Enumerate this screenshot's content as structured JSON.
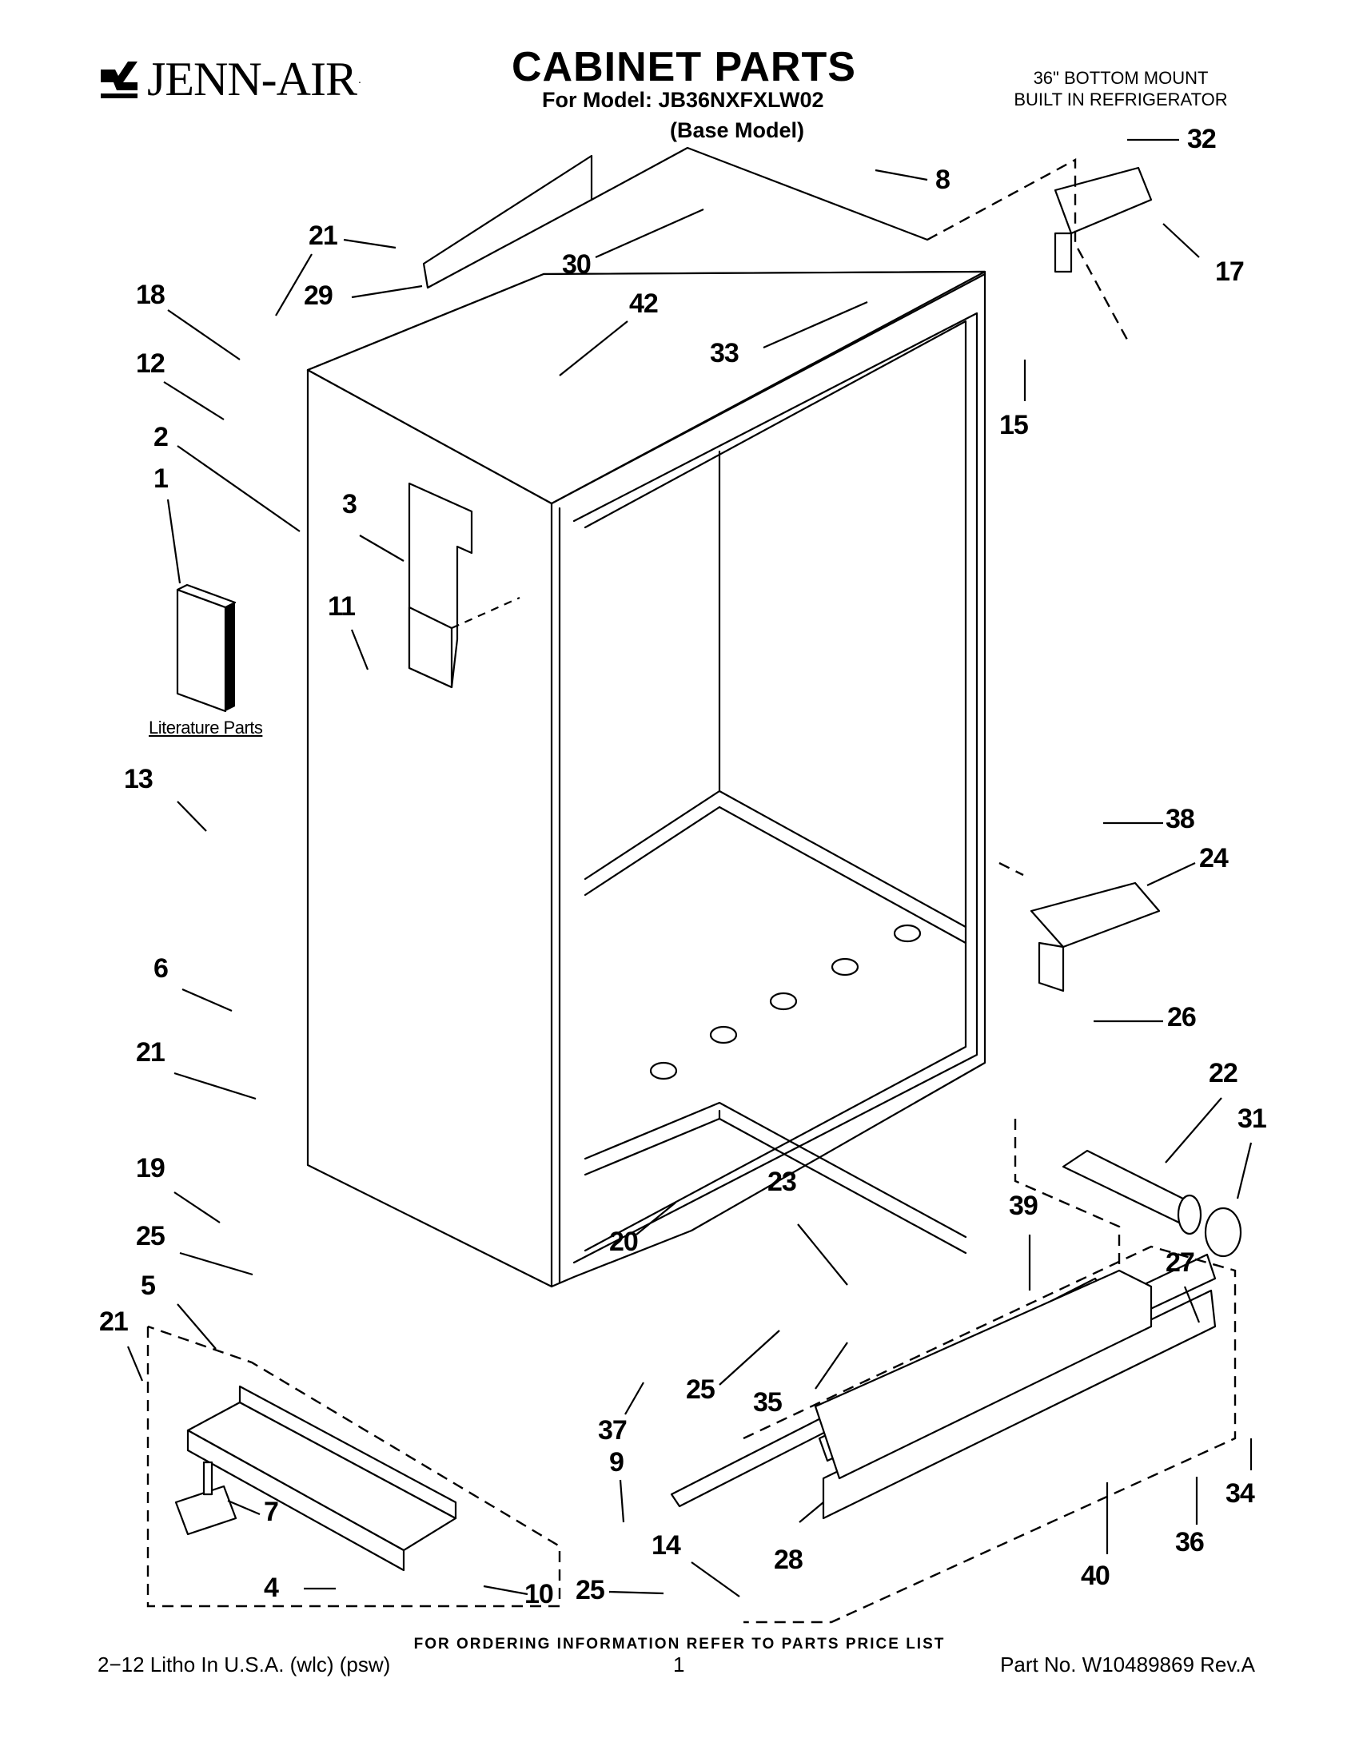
{
  "brand": {
    "name": "JENN-AIR",
    "reg": "."
  },
  "header": {
    "title": "CABINET PARTS",
    "subtitle": "For Model: JB36NXFXLW02",
    "submodel": "(Base Model)",
    "model_desc_line1": "36\" BOTTOM MOUNT",
    "model_desc_line2": "BUILT IN REFRIGERATOR"
  },
  "literature_label": "Literature Parts",
  "callouts": [
    "32",
    "8",
    "17",
    "21",
    "29",
    "30",
    "42",
    "18",
    "33",
    "15",
    "12",
    "2",
    "1",
    "3",
    "11",
    "13",
    "38",
    "24",
    "6",
    "26",
    "21",
    "22",
    "31",
    "19",
    "23",
    "39",
    "27",
    "25",
    "20",
    "5",
    "21",
    "25",
    "35",
    "37",
    "9",
    "34",
    "7",
    "14",
    "36",
    "28",
    "40",
    "4",
    "10",
    "25"
  ],
  "footer": {
    "order_note": "FOR ORDERING INFORMATION REFER TO PARTS PRICE LIST",
    "left": "2−12 Litho In U.S.A. (wlc) (psw)",
    "page": "1",
    "part_no": "Part No. W10489869 Rev.A"
  },
  "icons": {
    "brand_mark": "jenn-air-logo-icon"
  }
}
